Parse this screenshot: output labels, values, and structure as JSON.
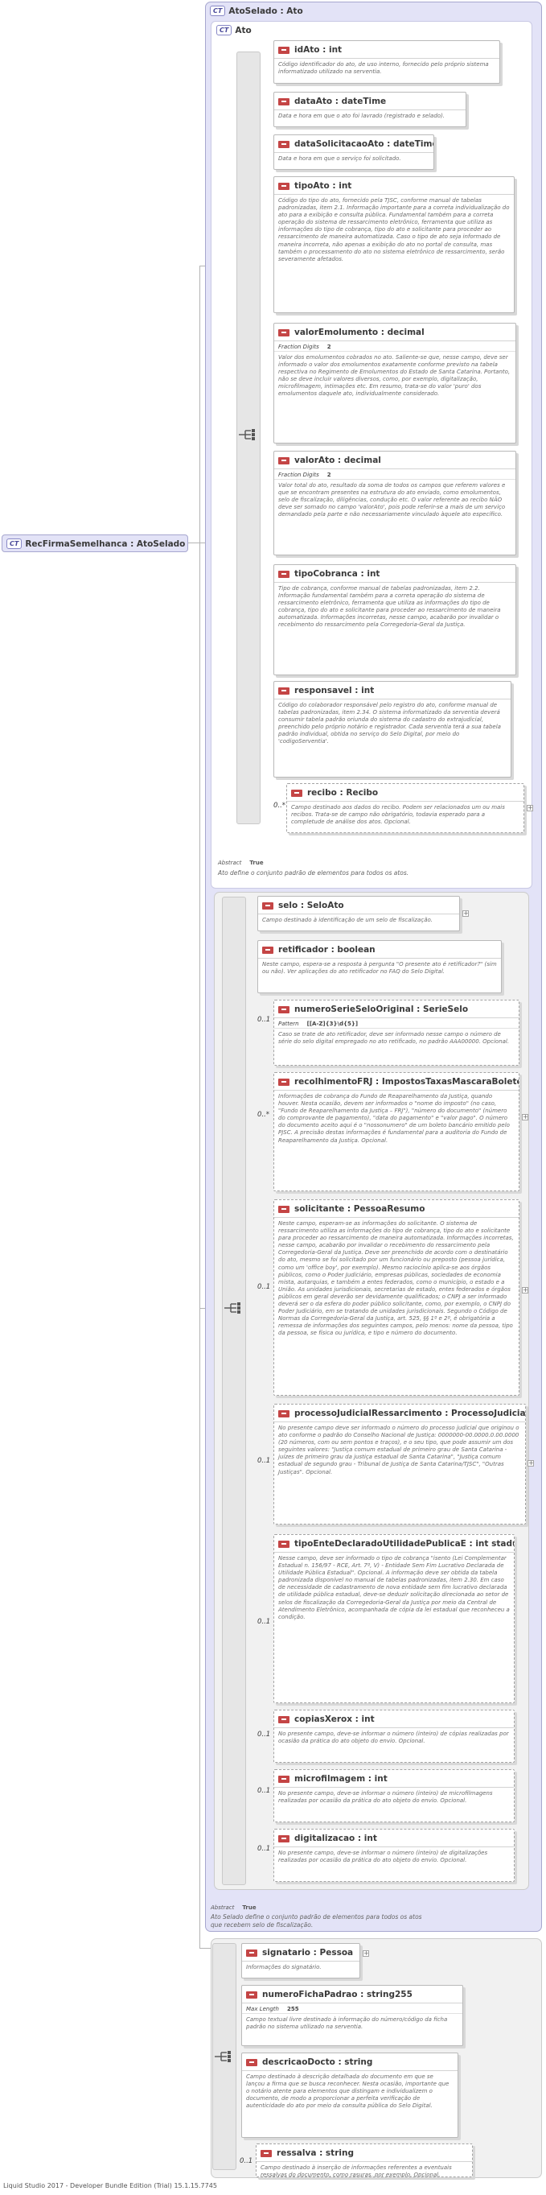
{
  "root": {
    "badge": "CT",
    "label": "RecFirmaSemelhanca : AtoSelado"
  },
  "ato_selado": {
    "badge": "CT",
    "title": "AtoSelado : Ato",
    "abstract_label": "Abstract",
    "abstract_value": "True",
    "description": "Ato Selado define o conjunto padrão de elementos para todos os atos que recebem selo de fiscalização."
  },
  "ato": {
    "badge": "CT",
    "title": "Ato",
    "abstract_label": "Abstract",
    "abstract_value": "True",
    "description": "Ato define o conjunto padrão de elementos para todos os atos."
  },
  "elements": [
    {
      "name": "idAto : int",
      "desc": "Código identificador do ato, de uso interno, fornecido pelo próprio sistema informatizado utilizado na serventia."
    },
    {
      "name": "dataAto : dateTime",
      "desc": "Data e hora em que o ato foi lavrado (registrado e selado)."
    },
    {
      "name": "dataSolicitacaoAto : dateTime",
      "desc": "Data e hora em que o serviço foi solicitado."
    },
    {
      "name": "tipoAto : int",
      "desc": "Código do tipo do ato, fornecido pela TJSC, conforme manual de tabelas padronizadas, item 2.1. Informação importante para a correta individualização do ato para a exibição e consulta pública. Fundamental também para a correta operação do sistema de ressarcimento eletrônico, ferramenta que utiliza as informações do tipo de cobrança, tipo do ato e solicitante para proceder ao ressarcimento de maneira automatizada. Caso o tipo de ato seja informado de maneira incorreta, não apenas a exibição do ato no portal de consulta, mas também o processamento do ato no sistema eletrônico de ressarcimento, serão severamente afetados."
    },
    {
      "name": "valorEmolumento : decimal",
      "facet_label": "Fraction Digits",
      "facet_value": "2",
      "desc": "Valor dos emolumentos cobrados no ato. Saliente-se que, nesse campo, deve ser informado o valor dos emolumentos exatamente conforme previsto na tabela respectiva no Regimento de Emolumentos do Estado de Santa Catarina. Portanto, não se deve incluir valores diversos, como, por exemplo, digitalização, microfilmagem, intimações etc. Em resumo, trata-se do valor 'puro' dos emolumentos daquele ato, individualmente considerado."
    },
    {
      "name": "valorAto : decimal",
      "facet_label": "Fraction Digits",
      "facet_value": "2",
      "desc": "Valor total do ato, resultado da soma de todos os campos que referem valores e que se encontram presentes na estrutura do ato enviado, como emolumentos, selo de fiscalização, diligências, condução etc. O valor referente ao recibo NÃO deve ser somado no campo 'valorAto', pois pode referir-se a mais de um serviço demandado pela parte e não necessariamente vinculado àquele ato específico."
    },
    {
      "name": "tipoCobranca : int",
      "desc": "Tipo de cobrança, conforme manual de tabelas padronizadas, item 2.2. Informação fundamental também para a correta operação do sistema de ressarcimento eletrônico, ferramenta que utiliza as informações do tipo de cobrança, tipo do ato e solicitante para proceder ao ressarcimento de maneira automatizada. Informações incorretas, nesse campo, acabarão por invalidar o recebimento do ressarcimento pela Corregedoria-Geral da Justiça."
    },
    {
      "name": "responsavel : int",
      "desc": "Código do colaborador responsável pelo registro do ato, conforme manual de tabelas padronizadas, item 2.34. O sistema informatizado da serventia deverá consumir tabela padrão oriunda do sistema do cadastro do extrajudicial, preenchido pelo próprio notário e registrador. Cada serventia terá a sua tabela padrão individual, obtida no serviço do Selo Digital, por meio do 'codigoServentia'."
    },
    {
      "name": "recibo : Recibo",
      "occ": "0..*",
      "desc": "Campo destinado aos dados do recibo. Podem ser relacionados um ou mais recibos. Trata-se de campo não obrigatório, todavia esperado para a completude de análise dos atos. Opcional."
    },
    {
      "name": "selo : SeloAto",
      "desc": "Campo destinado à identificação de um selo de fiscalização."
    },
    {
      "name": "retificador : boolean",
      "desc": "Neste campo, espera-se a resposta à pergunta \"O presente ato é retificador?\" (sim ou não). Ver aplicações do ato retificador no FAQ do Selo Digital."
    },
    {
      "name": "numeroSerieSeloOriginal : SerieSelo",
      "occ": "0..1",
      "facet_label": "Pattern",
      "facet_value": "[[A-Z]{3}\\d{5}]",
      "desc": "Caso se trate de ato retificador, deve ser informado nesse campo o número de série do selo digital empregado no ato retificado, no padrão AAA00000. Opcional."
    },
    {
      "name": "recolhimentoFRJ : ImpostosTaxasMascaraBoleto",
      "occ": "0..*",
      "desc": "Informações de cobrança do Fundo de Reaparelhamento da Justiça, quando houver. Nesta ocasião, devem ser informados o \"nome do imposto\" (no caso, \"Fundo de Reaparelhamento da Justiça – FRJ\"), \"número do documento\" (número do comprovante de pagamento), \"data do pagamento\" e \"valor pago\". O número do documento aceito aqui é o \"nossonumero\" de um boleto bancário emitido pelo PJSC. A precisão destas informações é fundamental para a auditoria do Fundo de Reaparelhamento da Justiça. Opcional."
    },
    {
      "name": "solicitante : PessoaResumo",
      "occ": "0..1",
      "desc": "Neste campo, esperam-se as informações do solicitante. O sistema de ressarcimento utiliza as informações do tipo de cobrança, tipo do ato e solicitante para proceder ao ressarcimento de maneira automatizada. Informações incorretas, nesse campo, acabarão por invalidar o recebimento do ressarcimento pela Corregedoria-Geral da Justiça. Deve ser preenchido de acordo com o destinatário do ato, mesmo se foi solicitado por um funcionário ou preposto (pessoa jurídica, como um 'office boy', por exemplo). Mesmo raciocínio aplica-se aos órgãos públicos, como o Poder Judiciário, empresas públicas, sociedades de economia mista, autarquias, e também a entes federados, como o município, o estado e a União. As unidades jurisdicionais, secretarias de estado, entes federados e órgãos públicos em geral deverão ser devidamente qualificados; o CNPJ a ser informado deverá ser o da esfera do poder público solicitante, como, por exemplo, o CNPJ do Poder Judiciário, em se tratando de unidades jurisdicionais. Segundo o Código de Normas da Corregedoria-Geral da Justiça, art. 525, §§ 1º e 2º, é obrigatória a remessa de informações dos seguintes campos, pelo menos: nome da pessoa, tipo da pessoa, se física ou jurídica, e tipo e número do documento."
    },
    {
      "name": "processoJudicialRessarcimento : ProcessoJudicial",
      "occ": "0..1",
      "desc": "No presente campo deve ser informado o número do processo judicial que originou o ato conforme o padrão do Conselho Nacional de Justiça: 0000000-00.0000.0.00.0000 (20 números, com ou sem pontos e traços), e o seu tipo, que pode assumir um dos seguintes valores: \"Justiça comum estadual de primeiro grau de Santa Catarina - juízes de primeiro grau da justiça estadual de Santa Catarina\", \"Justiça comum estadual de segundo grau - Tribunal de Justiça de Santa Catarina/TJSC\", \"Outras Justiças\". Opcional."
    },
    {
      "name": "tipoEnteDeclaradoUtilidadePublicaE : int stadual",
      "occ": "0..1",
      "desc": "Nesse campo, deve ser informado o tipo de cobrança \"isento (Lei Complementar Estadual n. 156/97 - RCE, Art. 7º, V) - Entidade Sem Fim Lucrativo Declarada de Utilidade Pública Estadual\". Opcional. A informação deve ser obtida da tabela padronizada disponível no manual de tabelas padronizadas, item 2.30. Em caso de necessidade de cadastramento de nova entidade sem fim lucrativo declarada de utilidade pública estadual, deve-se deduzir solicitação direcionada ao setor de selos de fiscalização da Corregedoria-Geral da Justiça por meio da Central de Atendimento Eletrônico, acompanhada de cópia da lei estadual que reconheceu a condição."
    },
    {
      "name": "copiasXerox : int",
      "occ": "0..1",
      "desc": "No presente campo, deve-se informar o número (inteiro) de cópias realizadas por ocasião da prática do ato objeto do envio. Opcional."
    },
    {
      "name": "microfilmagem : int",
      "occ": "0..1",
      "desc": "No presente campo, deve-se informar o número (inteiro) de microfilmagens realizadas por ocasião da prática do ato objeto do envio. Opcional."
    },
    {
      "name": "digitalizacao : int",
      "occ": "0..1",
      "desc": "No presente campo, deve-se informar o número (inteiro) de digitalizações realizadas por ocasião da prática do ato objeto do envio. Opcional."
    },
    {
      "name": "signatario : Pessoa",
      "desc": "Informações do signatário."
    },
    {
      "name": "numeroFichaPadrao : string255",
      "facet_label": "Max Length",
      "facet_value": "255",
      "desc": "Campo textual livre destinado à informação do número/código da ficha padrão no sistema utilizado na serventia."
    },
    {
      "name": "descricaoDocto : string",
      "desc": "Campo destinado à descrição detalhada do documento em que se lançou a firma que se busca reconhecer. Nesta ocasião, importante que o notário atente para elementos que distingam e individualizem o documento, de modo a proporcionar a perfeita verificação de autenticidade do ato por meio da consulta pública do Selo Digital."
    },
    {
      "name": "ressalva : string",
      "occ": "0..1",
      "desc": "Campo destinado à inserção de informações referentes a eventuais ressalvas do documento, como rasuras, por exemplo. Opcional."
    }
  ],
  "footer": "Liquid Studio 2017 - Developer Bundle Edition (Trial) 15.1.15.7745"
}
